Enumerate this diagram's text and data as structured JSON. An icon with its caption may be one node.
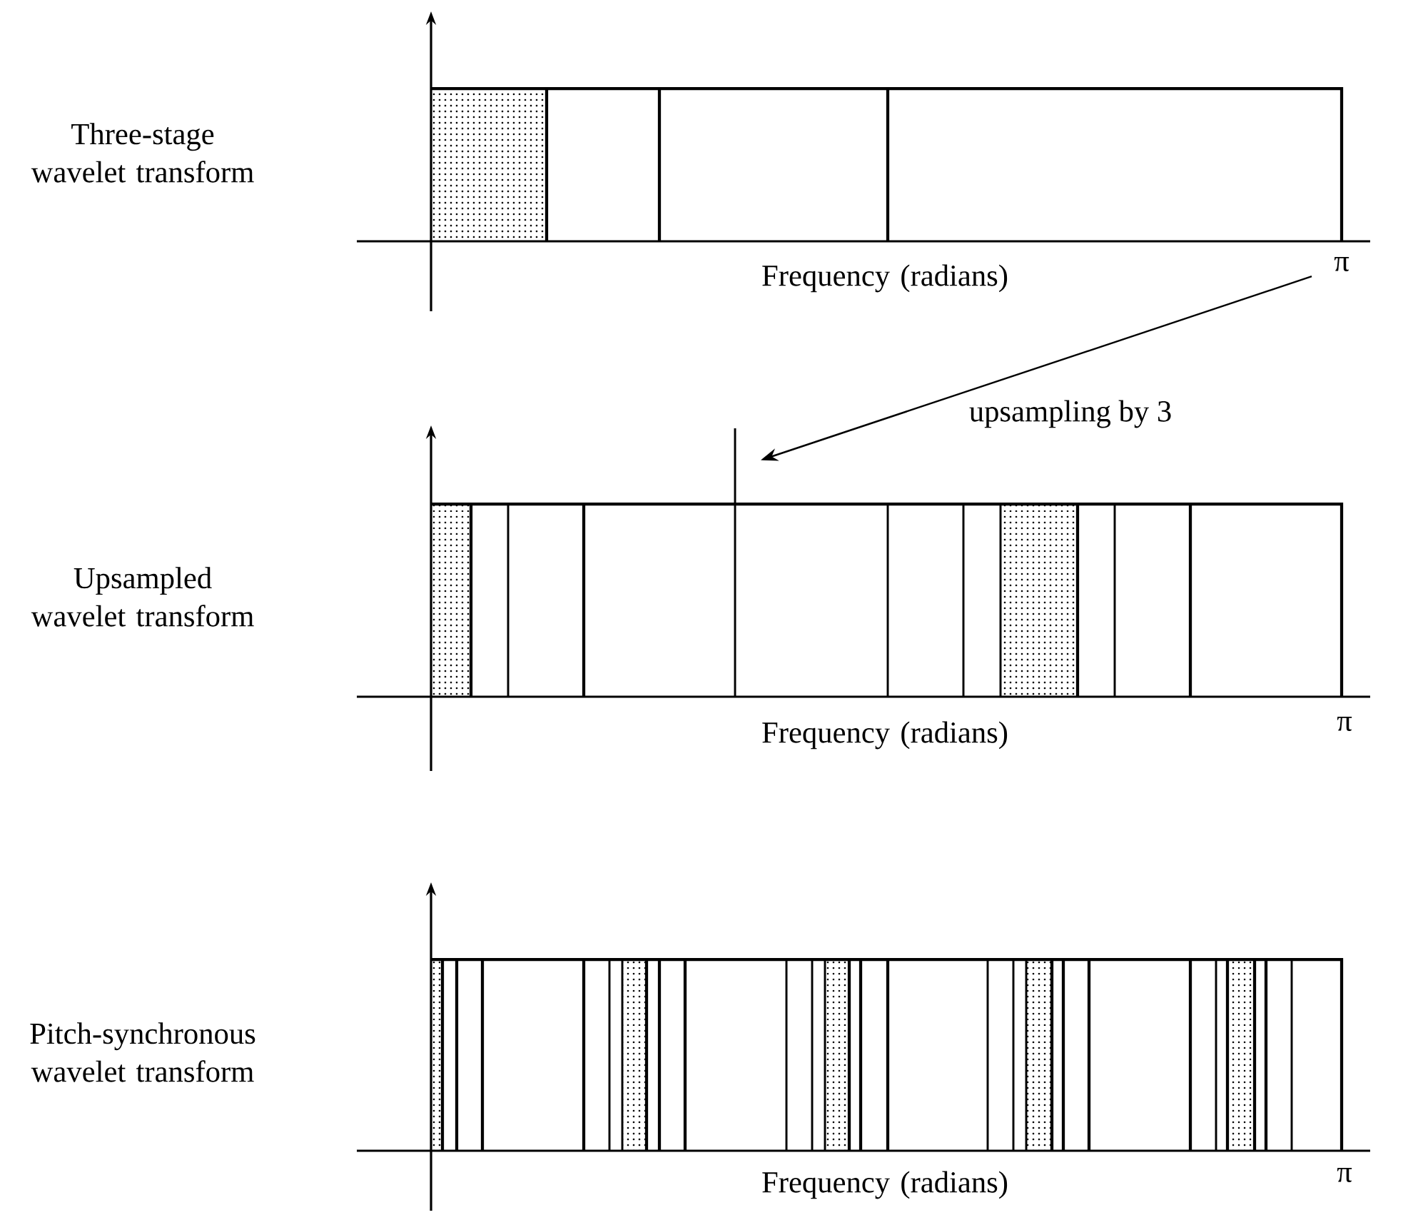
{
  "diagram": {
    "nodes": [
      {
        "text": [
          "π"
        ]
      },
      {
        "text": [],
        "shape": "line"
      }
    ],
    "edges": [
      {
        "from": 0,
        "to": 1,
        "arrow": "to",
        "label": "upsampling by 3"
      }
    ],
    "labels": [
      "Three-stage wavelet transform",
      "Frequency (radians)",
      "Upsampled wavelet transform",
      "Frequency (radians)",
      "π",
      "Pitch-synchronous wavelet transform",
      "Frequency (radians)",
      "π"
    ]
  }
}
